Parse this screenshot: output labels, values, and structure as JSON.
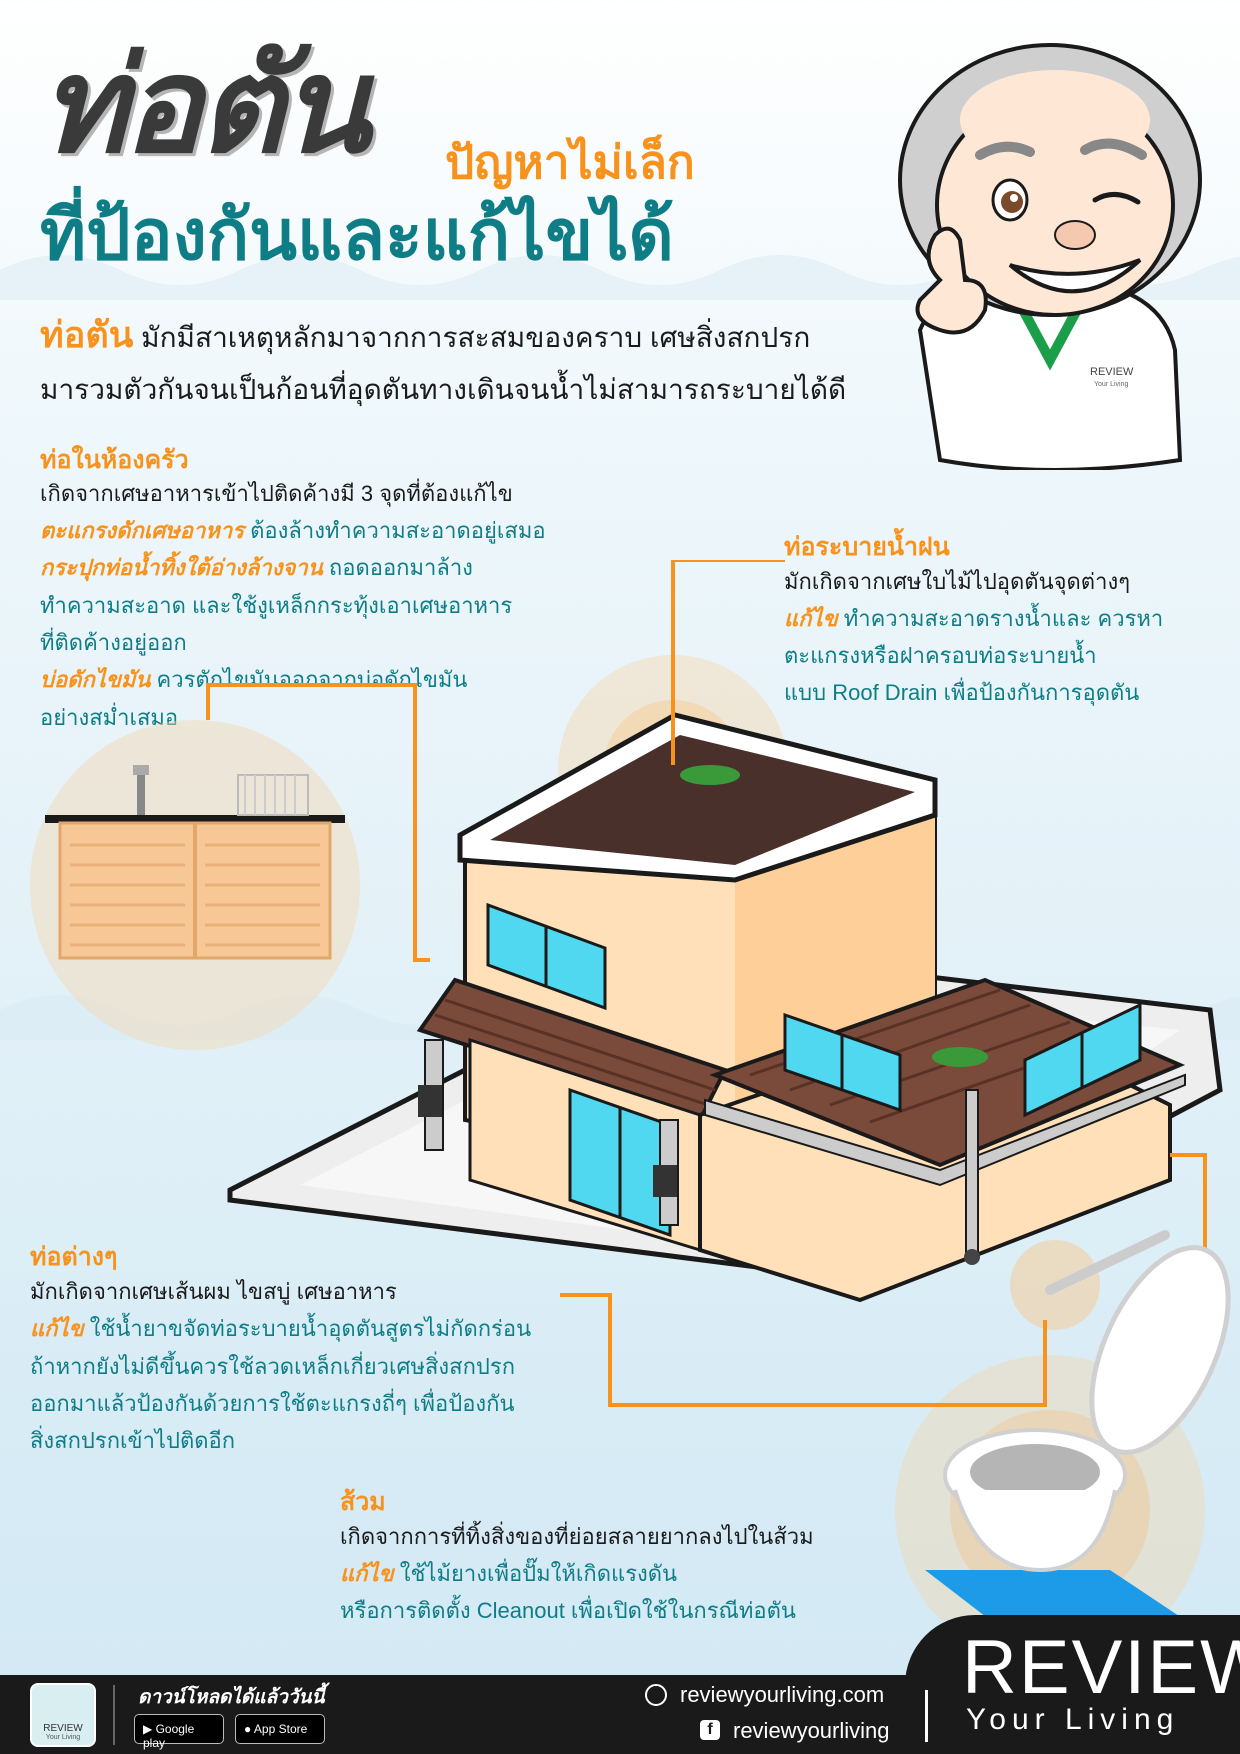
{
  "title": {
    "main": "ท่อตัน",
    "sub1": "ปัญหาไม่เล็ก",
    "sub2": "ที่ป้องกันและแก้ไขได้"
  },
  "intro": {
    "highlight": "ท่อตัน",
    "line1": " มักมีสาเหตุหลักมาจากการสะสมของคราบ เศษสิ่งสกปรก",
    "line2": "มารวมตัวกันจนเป็นก้อนที่อุดตันทางเดินจนน้ำไม่สามารถระบายได้ดี"
  },
  "mascot": {
    "shirt_logo": "REVIEW",
    "shirt_logo_sub": "Your Living"
  },
  "kitchen": {
    "heading": "ท่อในห้องครัว",
    "line1": "เกิดจากเศษอาหารเข้าไปติดค้างมี 3 จุดที่ต้องแก้ไข",
    "l2_key": "ตะแกรงดักเศษอาหาร",
    "l2_text": " ต้องล้างทำความสะอาดอยู่เสมอ",
    "l3_key": "กระปุกท่อน้ำทิ้งใต้อ่างล้างจาน",
    "l3_text": " ถอดออกมาล้าง",
    "line4": "ทำความสะอาด และใช้งูเหล็กกระทุ้งเอาเศษอาหาร",
    "line5": "ที่ติดค้างอยู่ออก",
    "l6_key": "บ่อดักไขมัน",
    "l6_text": " ควรตักไขมันออกจากบ่อดักไขมัน",
    "line7": "อย่างสม่ำเสมอ"
  },
  "rain": {
    "heading": "ท่อระบายน้ำฝน",
    "line1": "มักเกิดจากเศษใบไม้ไปอุดตันจุดต่างๆ",
    "l2_key": "แก้ไข",
    "l2_text": " ทำความสะอาดรางน้ำและ ควรหา",
    "line3": "ตะแกรงหรือฝาครอบท่อระบายน้ำ",
    "line4": "แบบ Roof Drain เพื่อป้องกันการอุดตัน"
  },
  "misc": {
    "heading": "ท่อต่างๆ",
    "line1": "มักเกิดจากเศษเส้นผม ไขสบู่ เศษอาหาร",
    "l2_key": "แก้ไข",
    "l2_text": " ใช้น้ำยาขจัดท่อระบายน้ำอุดตันสูตรไม่กัดกร่อน",
    "line3": "ถ้าหากยังไม่ดีขึ้นควรใช้ลวดเหล็กเกี่ยวเศษสิ่งสกปรก",
    "line4": "ออกมาแล้วป้องกันด้วยการใช้ตะแกรงถี่ๆ เพื่อป้องกัน",
    "line5": "สิ่งสกปรกเข้าไปติดอีก"
  },
  "toilet": {
    "heading": "ส้วม",
    "line1": "เกิดจากการที่ทิ้งสิ่งของที่ย่อยสลายยากลงไปในส้วม",
    "l2_key": "แก้ไข",
    "l2_text": " ใช้ไม้ยางเพื่อปั๊มให้เกิดแรงดัน",
    "line3": "หรือการติดตั้ง Cleanout เพื่อเปิดใช้ในกรณีท่อตัน"
  },
  "footer": {
    "download": "ดาวน์โหลดได้แล้ววันนี้",
    "app_label": "REVIEW",
    "app_label_sub": "Your Living",
    "google_play": "Google play",
    "app_store": "App Store",
    "website": "reviewyourliving.com",
    "facebook": "reviewyourliving",
    "brand": "REVIEW",
    "brand_sub": "Your Living"
  },
  "colors": {
    "orange": "#f7931d",
    "teal": "#0f7d86",
    "dark": "#1a1a1a",
    "wall": "#ffe0b8",
    "roof": "#7a4a3a",
    "glass": "#4fd8ef"
  }
}
